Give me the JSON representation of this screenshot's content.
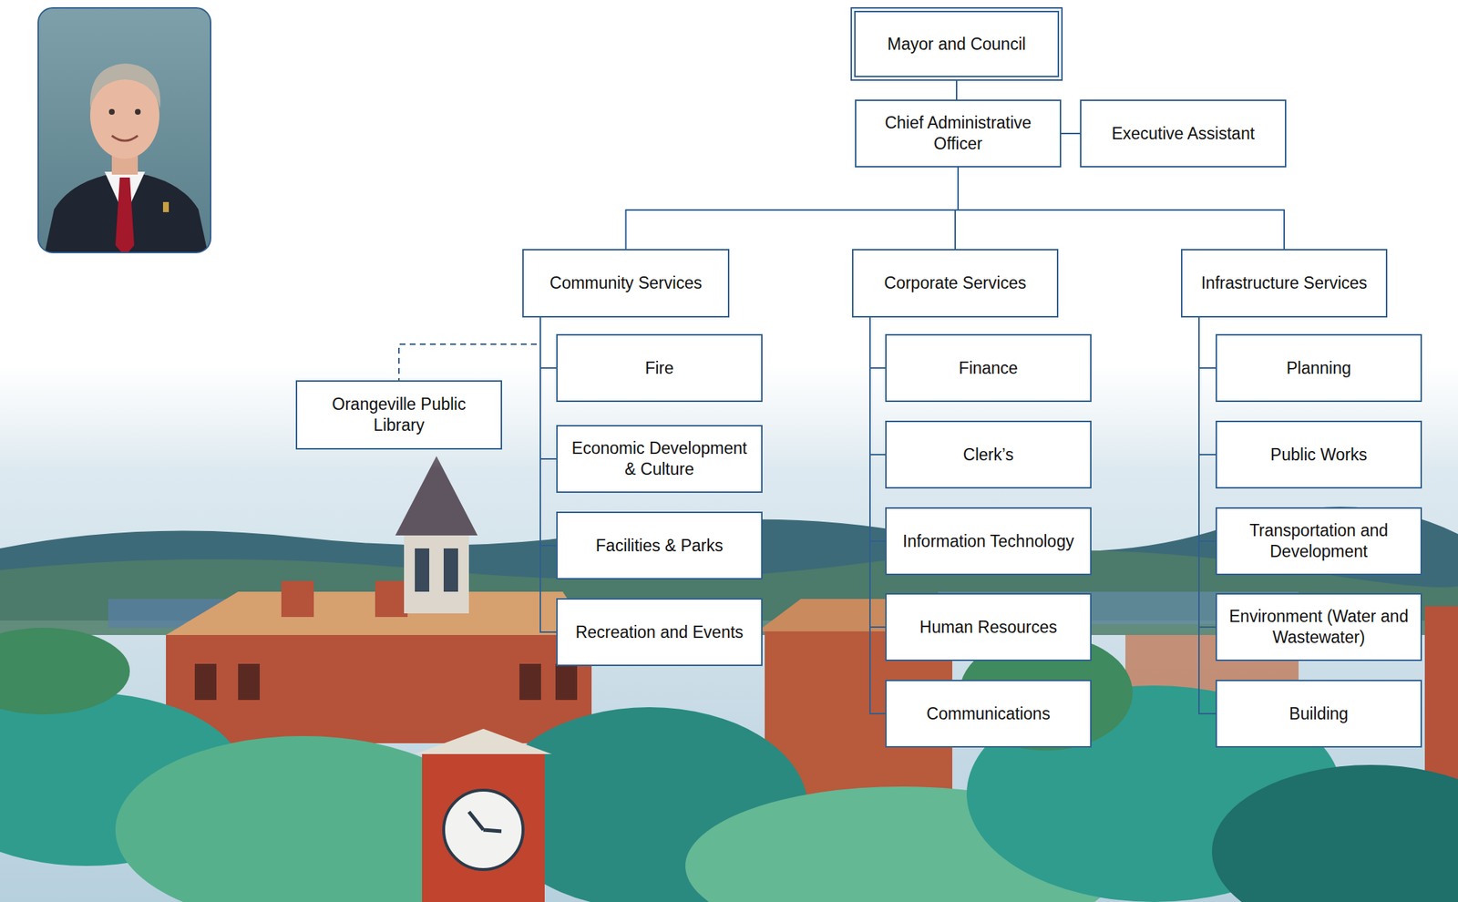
{
  "diagram": {
    "nodes": [
      {
        "text": [
          "Mayor and Council"
        ]
      },
      {
        "text": [
          "Chief Administrative Officer"
        ]
      },
      {
        "text": [
          "Executive Assistant"
        ]
      },
      {
        "text": [
          "Community Services"
        ]
      },
      {
        "text": [
          "Corporate Services"
        ]
      },
      {
        "text": [
          "Infrastructure Services"
        ]
      },
      {
        "text": [
          "Fire"
        ]
      },
      {
        "text": [
          "Orangeville Public Library"
        ]
      },
      {
        "text": [
          "Economic Development & Culture"
        ]
      },
      {
        "text": [
          "Facilities & Parks"
        ]
      },
      {
        "text": [
          "Recreation and Events"
        ]
      },
      {
        "text": [
          "Finance"
        ]
      },
      {
        "text": [
          "Clerk’s"
        ]
      },
      {
        "text": [
          "Information Technology"
        ]
      },
      {
        "text": [
          "Human Resources"
        ]
      },
      {
        "text": [
          "Communications"
        ]
      },
      {
        "text": [
          "Planning"
        ]
      },
      {
        "text": [
          "Public Works"
        ]
      },
      {
        "text": [
          "Transportation and Development"
        ]
      },
      {
        "text": [
          "Environment (Water and Wastewater)"
        ]
      },
      {
        "text": [
          "Building"
        ]
      }
    ],
    "edges": [
      {
        "from": 0,
        "to": 1,
        "arrow": "none"
      },
      {
        "from": 1,
        "to": 2,
        "arrow": "none"
      },
      {
        "from": 1,
        "to": 3,
        "arrow": "none"
      },
      {
        "from": 1,
        "to": 4,
        "arrow": "none"
      },
      {
        "from": 1,
        "to": 5,
        "arrow": "none"
      },
      {
        "from": 3,
        "to": 6,
        "arrow": "none"
      },
      {
        "from": 3,
        "to": 7,
        "arrow": "none"
      },
      {
        "from": 3,
        "to": 8,
        "arrow": "none"
      },
      {
        "from": 3,
        "to": 9,
        "arrow": "none"
      },
      {
        "from": 3,
        "to": 10,
        "arrow": "none"
      },
      {
        "from": 4,
        "to": 11,
        "arrow": "none"
      },
      {
        "from": 4,
        "to": 12,
        "arrow": "none"
      },
      {
        "from": 4,
        "to": 13,
        "arrow": "none"
      },
      {
        "from": 4,
        "to": 14,
        "arrow": "none"
      },
      {
        "from": 4,
        "to": 15,
        "arrow": "none"
      },
      {
        "from": 5,
        "to": 16,
        "arrow": "none"
      },
      {
        "from": 5,
        "to": 17,
        "arrow": "none"
      },
      {
        "from": 5,
        "to": 18,
        "arrow": "none"
      },
      {
        "from": 5,
        "to": 19,
        "arrow": "none"
      },
      {
        "from": 5,
        "to": 20,
        "arrow": "none"
      }
    ]
  }
}
